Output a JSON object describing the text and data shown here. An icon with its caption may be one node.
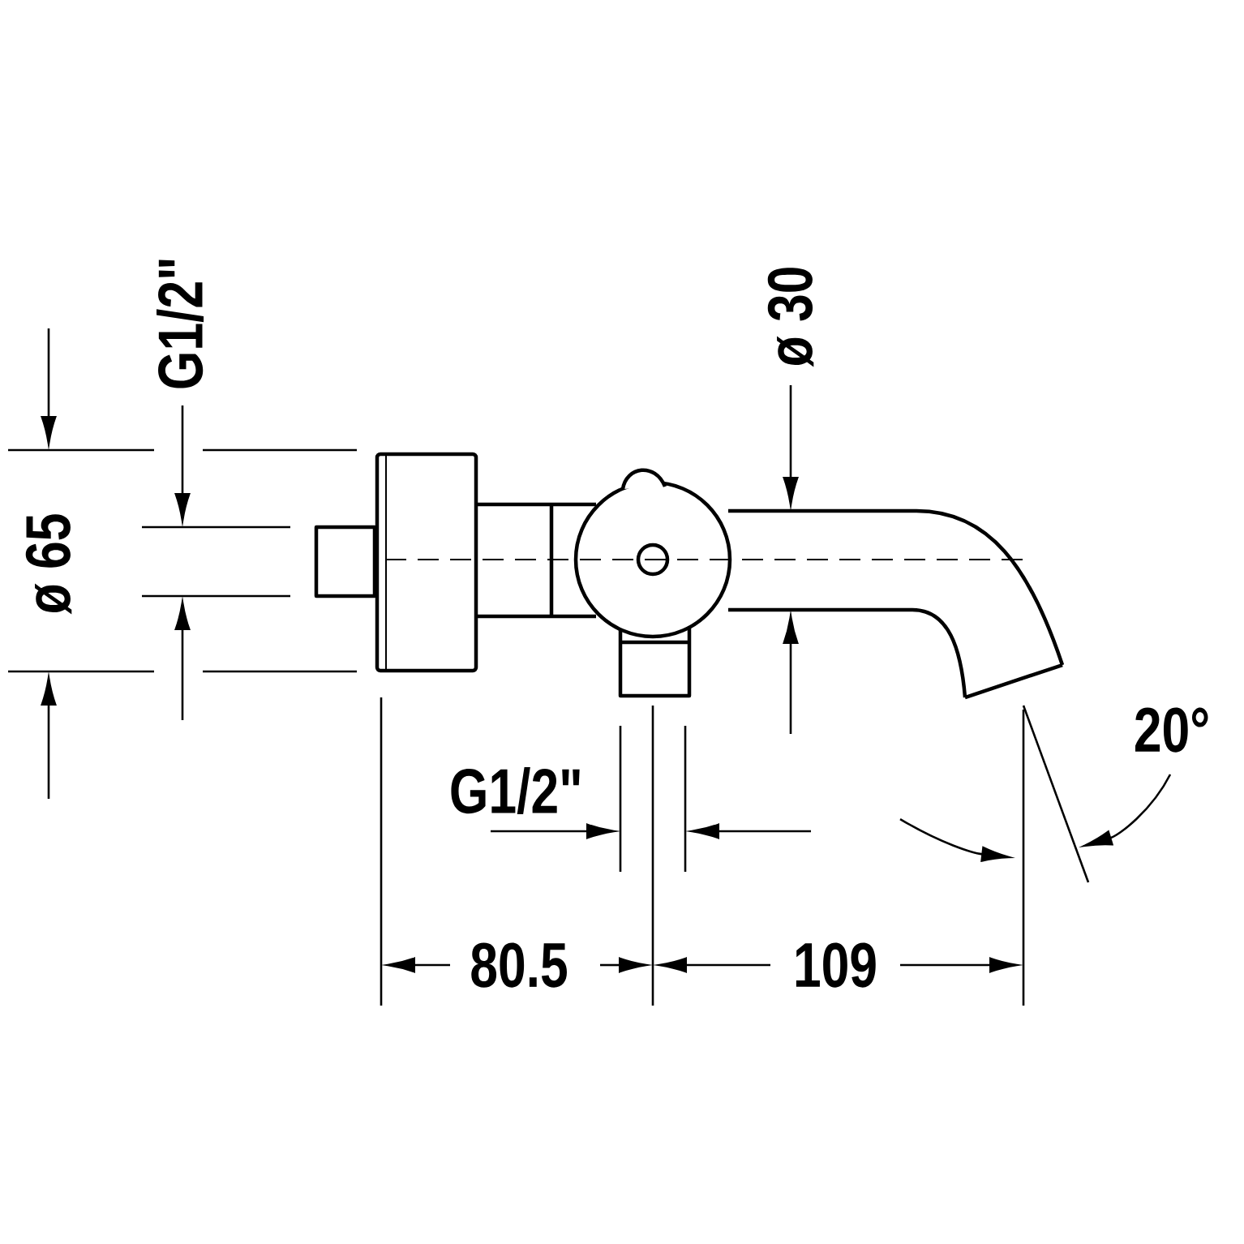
{
  "diagram": {
    "labels": [
      "G1/2\"",
      "ø 30",
      "ø 65",
      "20°",
      "G1/2\"",
      "80.5",
      "109"
    ]
  }
}
